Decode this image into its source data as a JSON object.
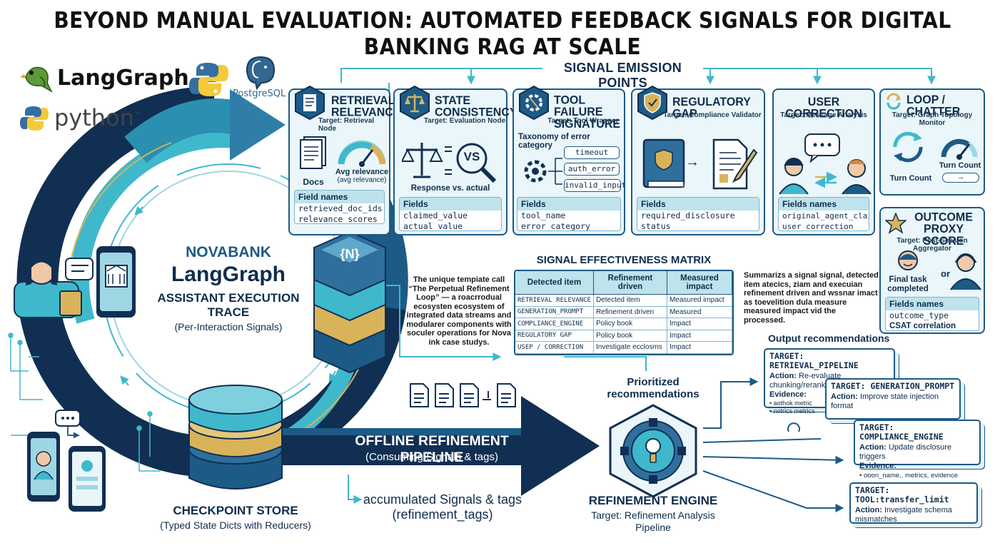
{
  "title": "BEYOND MANUAL EVALUATION: AUTOMATED FEEDBACK SIGNALS FOR DIGITAL BANKING RAG AT SCALE",
  "logos": {
    "langgraph": "LangGraph",
    "python": "python",
    "python_tm": "™",
    "postgres": "PostgreSQL"
  },
  "emission": {
    "title": "SIGNAL EMISSION POINTS"
  },
  "cards": {
    "retrieval": {
      "title1": "RETRIEVAL",
      "title2": "RELEVANCE",
      "target": "Target: Retrieval Node",
      "docs": "Docs",
      "avg": "Avg relevance",
      "avg_sub": "(avg relevance)",
      "fields_head": "Field names",
      "f1": "retrieved_doc_ids",
      "f2": "relevance_scores"
    },
    "state": {
      "title1": "STATE",
      "title2": "CONSISTENCY",
      "target": "Target: Evaluation Node",
      "vs": "VS",
      "caption": "Response vs. actual",
      "fields_head": "Fields",
      "f1": "claimed_value",
      "f2": "actual_value"
    },
    "tool": {
      "title1": "TOOL FAILURE",
      "title2": "SIGNATURE",
      "target": "Target: Tool Wrapper",
      "taxonomy": "Taxonomy of error category",
      "e1": "timeout",
      "e2": "auth_error",
      "e3": "invalid_input",
      "fields_head": "Fields",
      "f1": "tool_name",
      "f2": "error_category"
    },
    "regulatory": {
      "title": "REGULATORY GAP",
      "target": "Target: Compliance Validator",
      "arrow": "→",
      "fields_head": "Fields",
      "f1": "required_disclosure",
      "f2": "status"
    },
    "user": {
      "title": "USER CORRECTION",
      "target": "Target: Message Analysis",
      "fields_head": "Fields names",
      "f1": "original_agent_claim",
      "f2": "user_correction"
    },
    "loop": {
      "title": "LOOP / CHATTER",
      "target": "Target: Graph Topology Monitor",
      "turn1": "Turn Count",
      "turn2": "Turn Count",
      "arrow": "→"
    },
    "outcome": {
      "title1": "OUTCOME",
      "title2": "PROXY SCORE",
      "target": "Target: Post-Session Aggregator",
      "final": "Final task",
      "final2": "completed",
      "or": "or",
      "fields_head": "Fields names",
      "f1": "outcome_type",
      "f2": "CSAT correlation"
    }
  },
  "center": {
    "brand": "NOVABANK",
    "langgraph": "LangGraph",
    "line1": "ASSISTANT EXECUTION",
    "line2": "TRACE",
    "line3": "(Per-Interaction Signals)",
    "node_glyph": "{N}"
  },
  "matrix": {
    "title": "SIGNAL EFFECTIVENESS MATRIX",
    "headers": [
      "Detected item",
      "Refinement driven",
      "Measured impact"
    ],
    "rows": [
      [
        "RETRIEVAL RELEVANCE",
        "Detected item",
        "Measured impact"
      ],
      [
        "GENERATION_PROMPT",
        "Refinement driven",
        "Measured"
      ],
      [
        "COMPLIANCE_ENGINE",
        "Policy book",
        "Impact"
      ],
      [
        "REGULATORY GAP",
        "Policy book",
        "Impact"
      ],
      [
        "USEP / CORRECTION",
        "Investigate ecclosms",
        "Impact"
      ]
    ]
  },
  "left_para": [
    "The unique tempiate call",
    "“The Perpetual Refinement",
    "Loop” — a roacrrodual",
    "ecosysten ecosystem of",
    "integrated data streams and",
    "modularer components with",
    "soculer operations for Nova",
    "ink case studys."
  ],
  "right_para": [
    "Summarizs a signal signal, detected",
    "item atecics, ziam and execuian",
    "refinement driven and wssnar imact",
    "as toevelition dula measure",
    "measured impact vid the processed."
  ],
  "checkpoint": {
    "title": "CHECKPOINT STORE",
    "sub": "(Typed State Dicts with Reducers)"
  },
  "pipeline": {
    "title": "OFFLINE REFINEMENT PIPELINE",
    "sub": "(Consuming Signals & tags)",
    "acc1": "accumulated Signals & tags",
    "acc2": "(refinement_tags)"
  },
  "engine": {
    "prio1": "Prioritized",
    "prio2": "recommendations",
    "title": "REFINEMENT ENGINE",
    "sub1": "Target: Refinement Analysis",
    "sub2": "Pipeline"
  },
  "output": {
    "title": "Output recommendations",
    "r1": {
      "target": "TARGET: RETRIEVAL_PIPELINE",
      "action_k": "Action:",
      "action": "Re-evaluate chunking/reranker",
      "evidence": "Evidence:",
      "e1": "• aothok metric",
      "e2": "• notrics metrics"
    },
    "r2": {
      "target": "TARGET: GENERATION_PROMPT",
      "action_k": "Action:",
      "action": "Improve state injection format"
    },
    "r3": {
      "target": "TARGET: COMPLIANCE_ENGINE",
      "action_k": "Action:",
      "action": "Update disclosure triggers",
      "evidence": "Evidence:",
      "e1": "• ooon_name,. metrics, evidence"
    },
    "r4": {
      "target": "TARGET: TOOL:transfer_limit",
      "action_k": "Action:",
      "action": "Investigate schema mismatches"
    }
  },
  "colors": {
    "navy": "#0f2d4d",
    "teal": "#3fb8cc",
    "gold": "#d9b35a",
    "light": "#eaf6f9"
  }
}
